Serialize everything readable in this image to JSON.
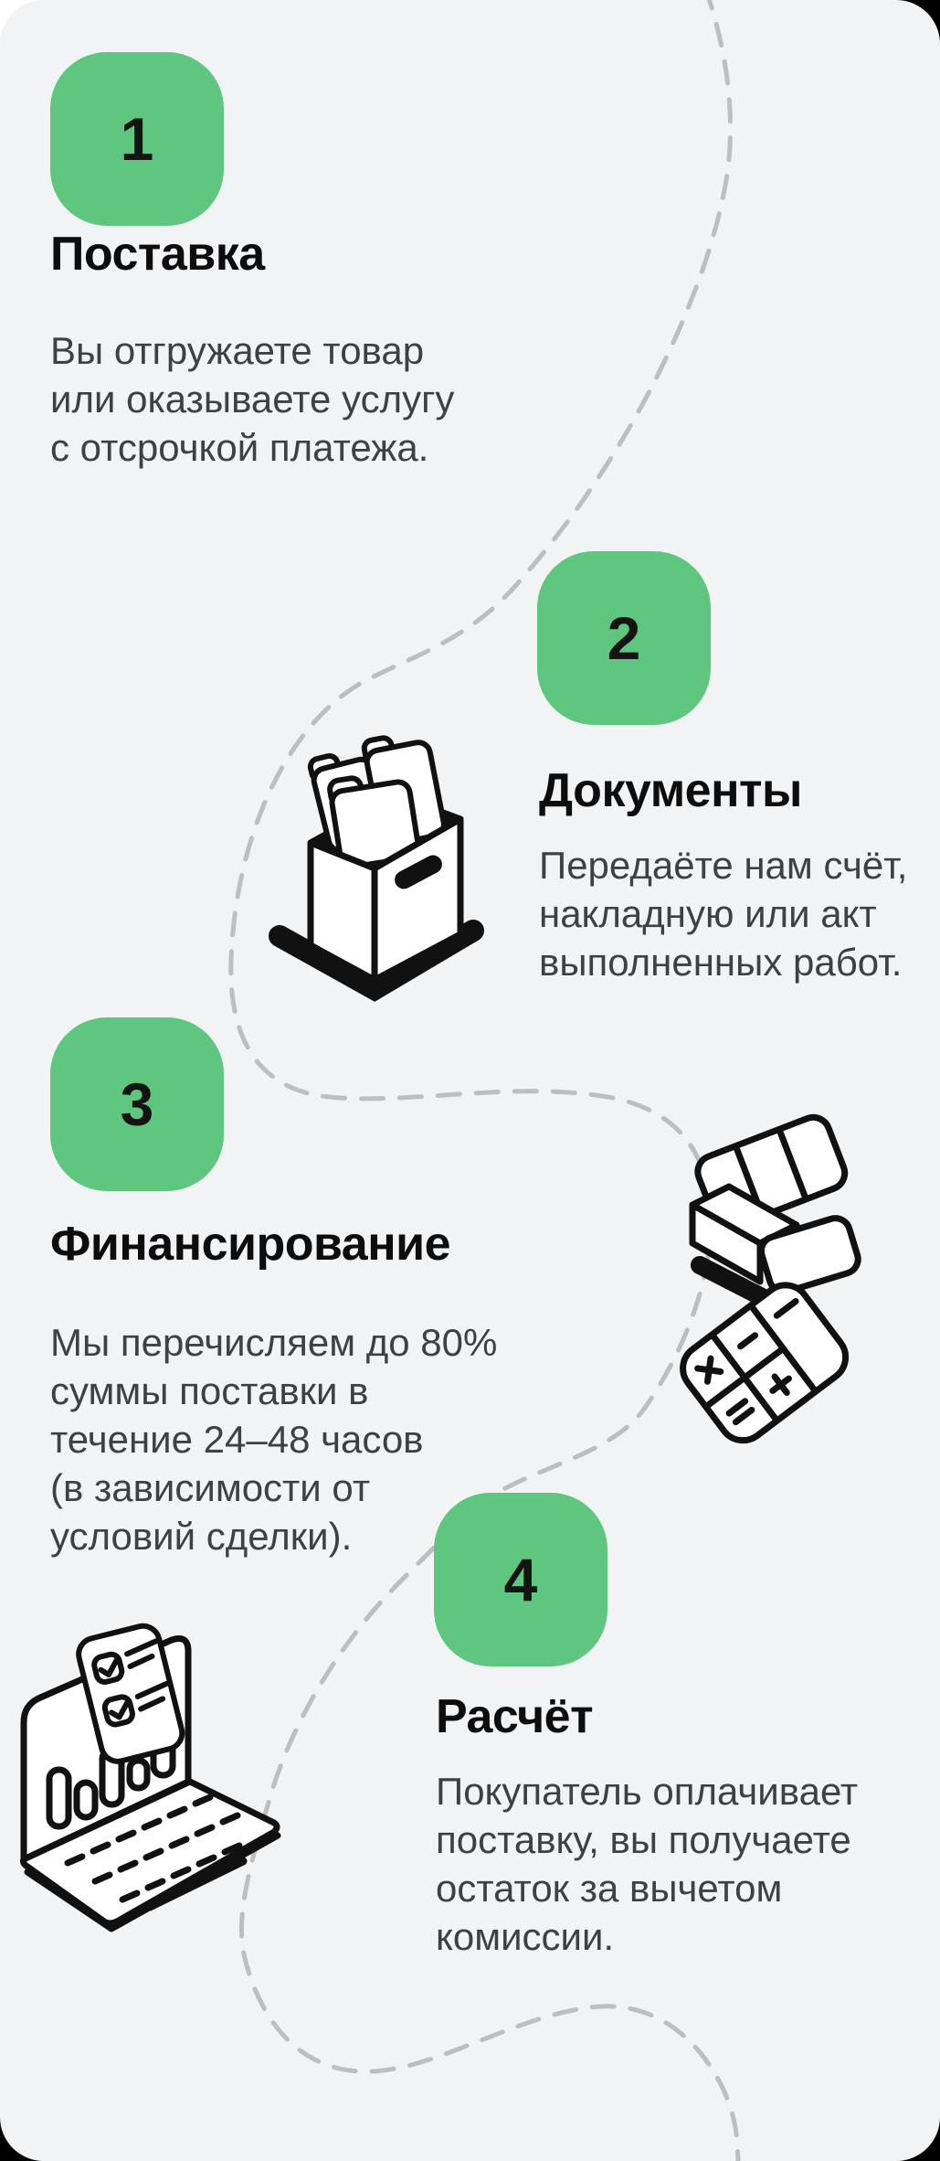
{
  "colors": {
    "card_bg": "#f2f3f5",
    "accent_green": "#5ec67f",
    "title_text": "#0d0d0e",
    "body_text": "#3e4144",
    "dashed_line": "#bcbec0",
    "illustration_stroke": "#111111",
    "outside_top_left": "#ffffff",
    "outside_bottom": "#000000"
  },
  "steps": [
    {
      "number": "1",
      "title": "Поставка",
      "lines": [
        "Вы отгружаете товар",
        "или оказываете услугу",
        "с отсрочкой платежа."
      ]
    },
    {
      "number": "2",
      "title": "Документы",
      "lines": [
        "Передаёте нам счёт,",
        "накладную или акт",
        "выполненных работ."
      ]
    },
    {
      "number": "3",
      "title": "Финансирование",
      "lines": [
        "Мы перечисляем до 80%",
        "суммы поставки в",
        "течение 24–48 часов",
        "(в зависимости от",
        "условий сделки)."
      ]
    },
    {
      "number": "4",
      "title": "Расчёт",
      "lines": [
        "Покупатель оплачивает",
        "поставку, вы получаете",
        "остаток за вычетом",
        "комиссии."
      ]
    }
  ],
  "icons": [
    {
      "name": "documents-box-icon",
      "meaning": "box full of file folders"
    },
    {
      "name": "parcels-calculator-icon",
      "meaning": "stacked parcels above a calculator"
    },
    {
      "name": "laptop-checklist-icon",
      "meaning": "laptop with bar chart and checklist"
    },
    {
      "name": "dashed-route-path",
      "meaning": "dashed curve connecting the four steps"
    }
  ]
}
